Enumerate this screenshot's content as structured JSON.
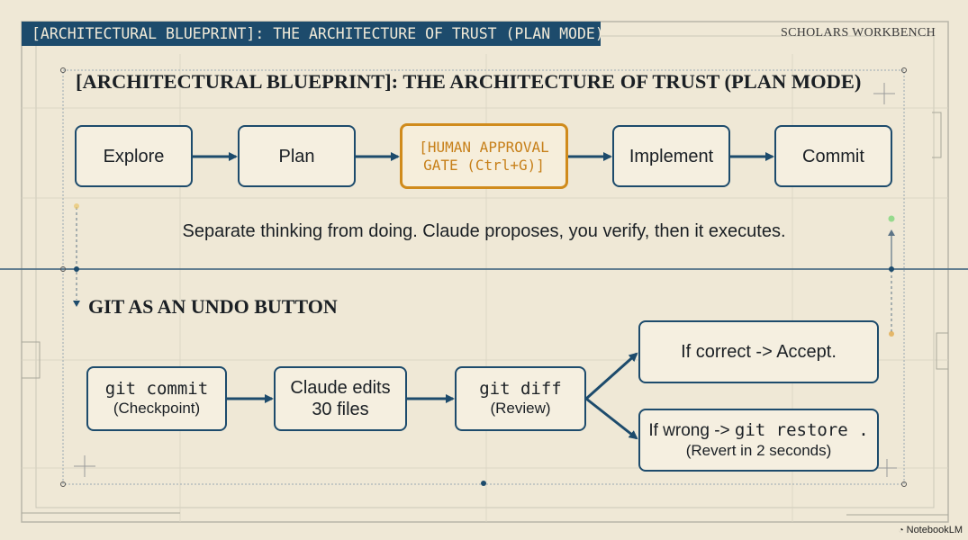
{
  "header": {
    "banner": "[ARCHITECTURAL BLUEPRINT]: THE ARCHITECTURE OF TRUST (PLAN MODE)",
    "brand": "SCHOLARS WORKBENCH"
  },
  "section1": {
    "title": "[ARCHITECTURAL BLUEPRINT]: THE ARCHITECTURE OF TRUST (PLAN MODE)",
    "steps": [
      "Explore",
      "Plan",
      "[HUMAN APPROVAL",
      "GATE (Ctrl+G)]",
      "Implement",
      "Commit"
    ],
    "tagline": "Separate thinking from doing. Claude proposes, you verify, then it executes."
  },
  "section2": {
    "title": "GIT AS AN UNDO BUTTON",
    "commit": {
      "code": "git commit",
      "sub": "(Checkpoint)"
    },
    "edits": {
      "line1": "Claude edits",
      "line2": "30 files"
    },
    "diff": {
      "code": "git diff",
      "sub": "(Review)"
    },
    "accept": "If correct -> Accept.",
    "restore": {
      "prefix": "If wrong -> ",
      "code": "git restore .",
      "sub": "(Revert in 2 seconds)"
    }
  },
  "footer": {
    "watermark": "NotebookLM",
    "watermark_icon": "notebooklm-icon"
  },
  "colors": {
    "accent": "#1d4b6c",
    "gate": "#d08b1c",
    "paper": "#efe8d6"
  }
}
